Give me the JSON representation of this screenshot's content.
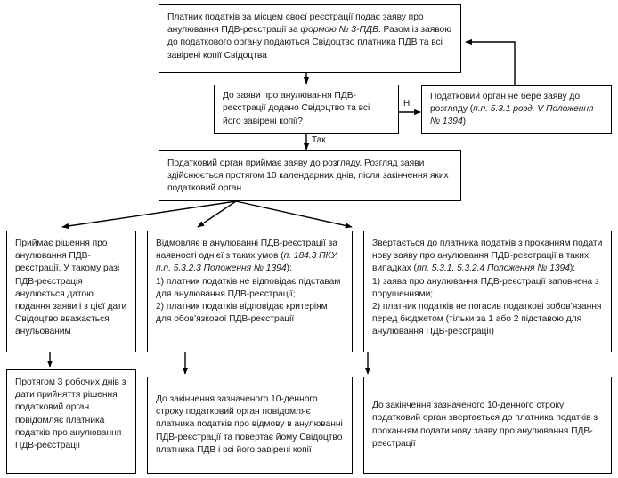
{
  "diagram": {
    "title": "Flowchart: cancellation of VAT registration procedure",
    "language": "uk",
    "stroke_color": "#000000",
    "text_color": "#1a1a1a",
    "background_color": "#ffffff"
  },
  "nodes": {
    "start": {
      "id": "start",
      "type": "process",
      "text": "Платник податків за місцем своєї реєстрації подає заяву про анулювання ПДВ-реєстрації за формою № 3-ПДВ. Разом із заявою до податкового органу подаються Свідоцтво платника ПДВ та всі завірені копії Свідоцтва",
      "italic_parts": [
        "формою № 3-ПДВ"
      ]
    },
    "decision": {
      "id": "decision",
      "type": "decision",
      "text": "До заяви про анулювання ПДВ-реєстрації додано Свідоцтво та всі його завірені копії?"
    },
    "reject": {
      "id": "reject",
      "type": "process",
      "text": "Податковий орган не бере заяву до розгляду (п.п. 5.3.1 розд. V Положення № 1394)",
      "italic_parts": [
        "п.п. 5.3.1 розд. V Положення № 1394"
      ]
    },
    "accept": {
      "id": "accept",
      "type": "process",
      "text": "Податковий орган приймає заяву до розгляду. Розгляд заяви здійснюється протягом 10 календарних днів, після закінчення яких податковий орган"
    },
    "branch_left": {
      "id": "branch-left",
      "type": "process",
      "text": "Приймає рішення про анулювання ПДВ-реєстрації. У такому разі ПДВ-реєстрація анулюється датою подання заяви і з цієї дати Свідоцтво вважається анульованим"
    },
    "branch_middle": {
      "id": "branch-middle",
      "type": "process",
      "text": "Відмовляє в анулюванні ПДВ-реєстрації за наявності однієї з таких умов (п. 184.3 ПКУ, п.п. 5.3.2.3 Положення № 1394):\n1) платник податків не відповідає підставам для анулювання ПДВ-реєстрації;\n2) платник податків відповідає критеріям для обов’язкової ПДВ-реєстрації",
      "italic_parts": [
        "п. 184.3 ПКУ, п.п. 5.3.2.3 Положення № 1394"
      ]
    },
    "branch_right": {
      "id": "branch-right",
      "type": "process",
      "text": "Звертається до платника податків з проханням подати нову заяву про анулювання ПДВ-реєстрації в таких випадках (пп. 5.3.1, 5.3.2.4 Положення № 1394):\n1) заява про анулювання ПДВ-реєстрації заповнена з порушеннями;\n2) платник податків не погасив податкові зобов’язання перед бюджетом (тільки за 1 або 2 підставою для анулювання ПДВ-реєстрації)",
      "italic_parts": [
        "пп. 5.3.1, 5.3.2.4 Положення № 1394"
      ]
    },
    "outcome_left": {
      "id": "outcome-left",
      "type": "process",
      "text": "Протягом 3 робочих днів з дати прийняття рішення податковий орган повідомляє платника податків про анулювання ПДВ-реєстрації"
    },
    "outcome_middle": {
      "id": "outcome-middle",
      "type": "process",
      "text": "До закінчення зазначеного 10-денного строку податковий орган повідомляє платника податків про відмову в анулюванні ПДВ-реєстрації та повертає йому Свідоцтво платника ПДВ і всі його завірені копії"
    },
    "outcome_right": {
      "id": "outcome-right",
      "type": "process",
      "text": "До закінчення зазначеного 10-денного строку податковий орган звертається до платника податків з проханням подати нову заяву про анулювання ПДВ-реєстрації"
    }
  },
  "edge_labels": {
    "no": "Ні",
    "yes": "Так"
  }
}
